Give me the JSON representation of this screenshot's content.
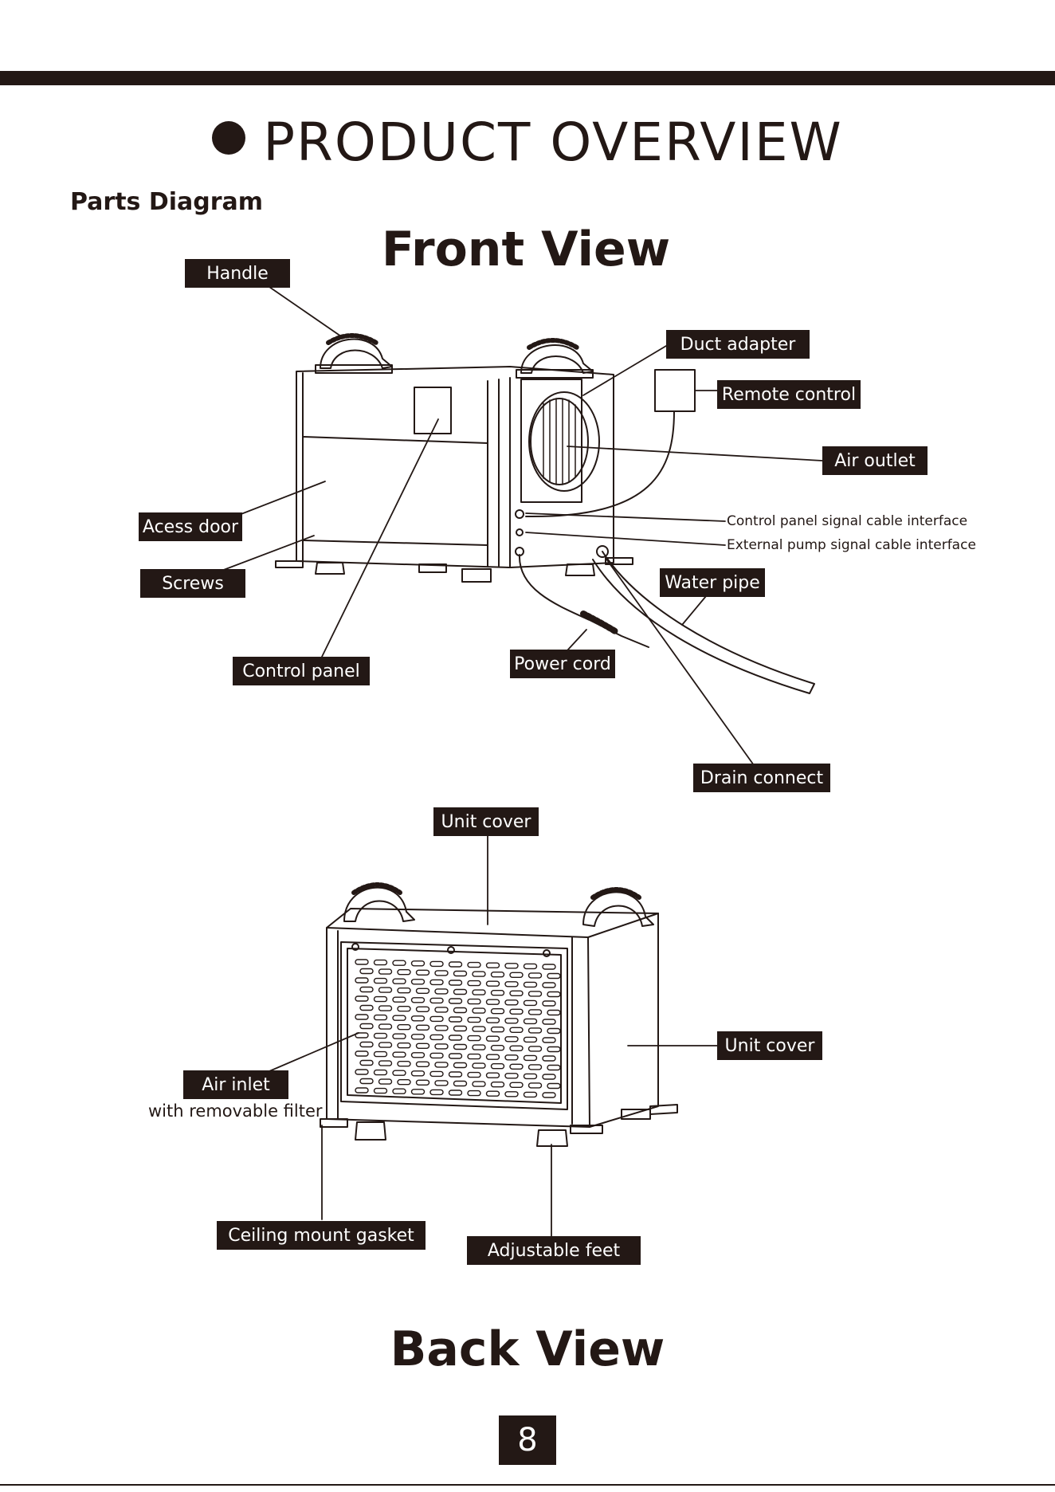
{
  "header": {
    "title": "PRODUCT OVERVIEW"
  },
  "section": {
    "subtitle": "Parts Diagram"
  },
  "front_view": {
    "title": "Front View",
    "labels": {
      "handle": "Handle",
      "duct_adapter": "Duct adapter",
      "remote_control": "Remote control",
      "air_outlet": "Air outlet",
      "access_door": "Acess door",
      "screws": "Screws",
      "control_panel_cable": "Control panel signal cable interface",
      "external_pump_cable": "External pump signal cable interface",
      "water_pipe": "Water pipe",
      "power_cord": "Power cord",
      "control_panel": "Control panel",
      "drain_connect": "Drain connect"
    }
  },
  "back_view": {
    "title": "Back View",
    "labels": {
      "unit_cover_top": "Unit cover",
      "unit_cover_side": "Unit cover",
      "air_inlet": "Air inlet",
      "air_inlet_note": "with removable filter",
      "ceiling_mount_gasket": "Ceiling mount gasket",
      "adjustable_feet": "Adjustable feet"
    }
  },
  "page": {
    "number": "8"
  },
  "colors": {
    "ink": "#231815",
    "paper": "#ffffff"
  }
}
